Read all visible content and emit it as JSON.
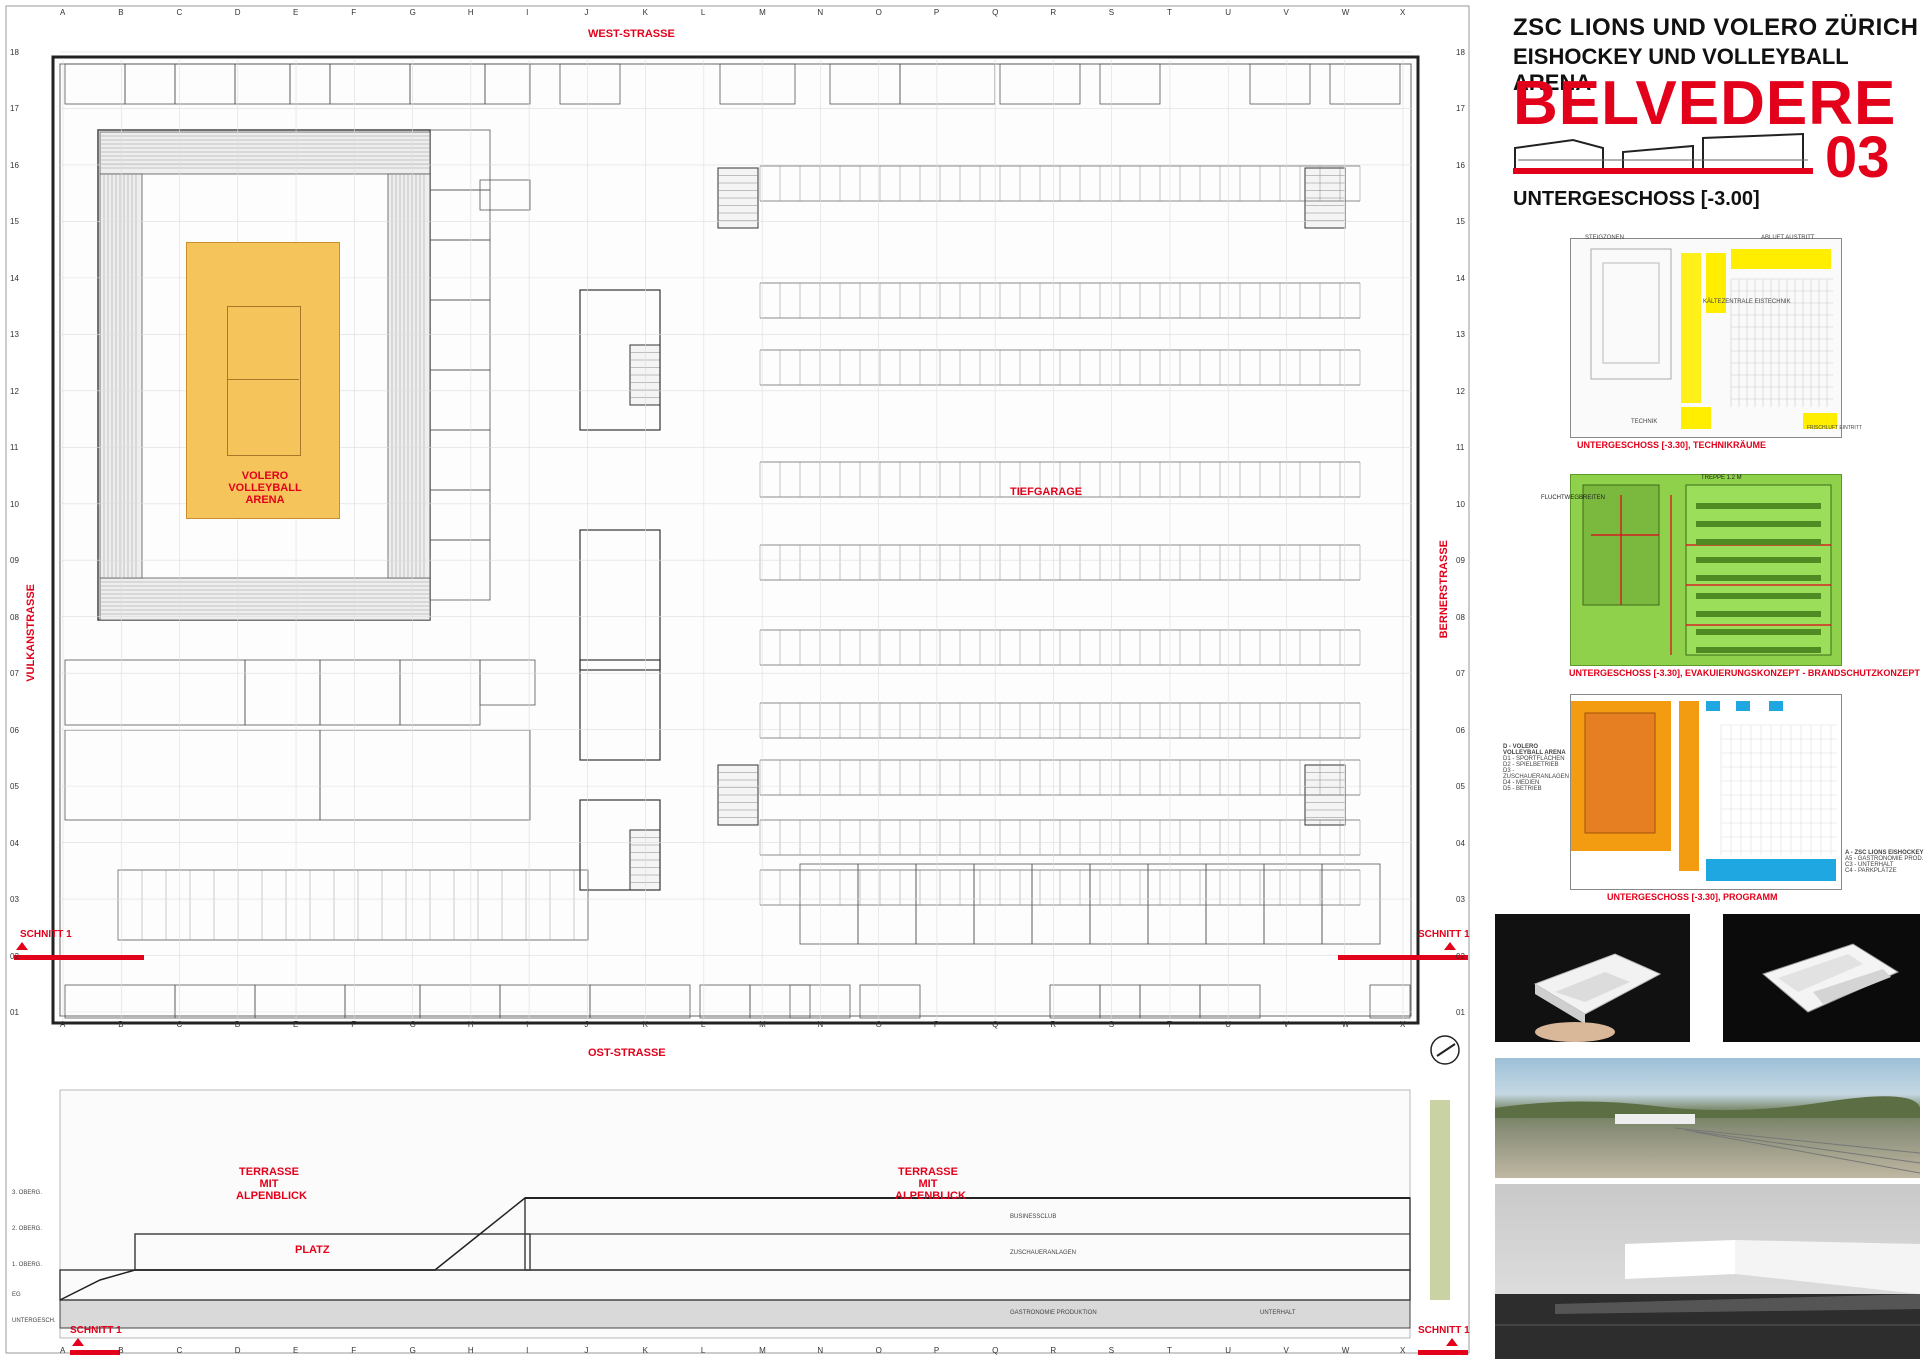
{
  "header": {
    "line1": "ZSC LIONS UND VOLERO ZÜRICH",
    "line2": "EISHOCKEY  UND  VOLLEYBALL ARENA",
    "brand": "BELVEDERE",
    "number": "03",
    "floor": "UNTERGESCHOSS [-3.00]"
  },
  "streets": {
    "west": "WEST-STRASSE",
    "ost": "OST-STRASSE",
    "vulkan": "VULKANSTRASSE",
    "berner": "BERNERSTRASSE"
  },
  "zones": {
    "volero": "VOLERO VOLLEYBALL ARENA",
    "tiefgarage": "TIEFGARAGE",
    "platz": "PLATZ",
    "terrasse": "TERRASSE MIT ALPENBLICK"
  },
  "schnitt": "SCHNITT 1",
  "grid": {
    "columns": [
      "A",
      "B",
      "C",
      "D",
      "E",
      "F",
      "G",
      "H",
      "I",
      "J",
      "K",
      "L",
      "M",
      "N",
      "O",
      "P",
      "Q",
      "R",
      "S",
      "T",
      "U",
      "V",
      "W",
      "X"
    ],
    "rows": [
      "18",
      "17",
      "16",
      "15",
      "14",
      "13",
      "12",
      "11",
      "10",
      "09",
      "08",
      "07",
      "06",
      "05",
      "04",
      "03",
      "02",
      "01"
    ]
  },
  "section_levels": [
    "3. OBERG.",
    "2. OBERG.",
    "1. OBERG.",
    "EG",
    "UNTERGESCH."
  ],
  "section_labels": [
    "BUSINESSCLUB",
    "ZUSCHAUERANLAGEN",
    "GASTRONOMIE PRODUKTION",
    "UNTERHALT"
  ],
  "diagrams": {
    "technik": {
      "caption": "UNTERGESCHOSS [-3.30], TECHNIKRÄUME",
      "labels": [
        "STEIGZONEN",
        "KÄLTEZENTRALE EISTECHNIK",
        "ABLUFT AUSTRITT",
        "TECHNIK",
        "FRISCHLUFT EINTRITT"
      ]
    },
    "evak": {
      "caption": "UNTERGESCHOSS [-3.30], EVAKUIERUNGSKONZEPT - BRANDSCHUTZKONZEPT",
      "labels": [
        "FLUCHTWEGBREITEN",
        "TREPPE 1.2 M"
      ]
    },
    "programm": {
      "caption": "UNTERGESCHOSS [-3.30], PROGRAMM",
      "legend_d": [
        "D - VOLERO VOLLEYBALL ARENA",
        "D1 - SPORTFLÄCHEN",
        "D2 - SPIELBETRIEB",
        "D3 - ZUSCHAUERANLAGEN",
        "D4 - MEDIEN",
        "D5 - BETRIEB"
      ],
      "legend_a": [
        "A - ZSC LIONS EISHOCKEY",
        "A5 - GASTRONOMIE PROD.",
        "C3 - UNTERHALT",
        "C4 - PARKPLÄTZE"
      ]
    }
  },
  "colors": {
    "accent": "#e3001b",
    "arena_fill": "#f5c45a",
    "technik_yellow": "#ffee00",
    "evak_green": "#8fd14a",
    "programm_orange": "#f39c12",
    "programm_blue": "#1ea7e0"
  }
}
